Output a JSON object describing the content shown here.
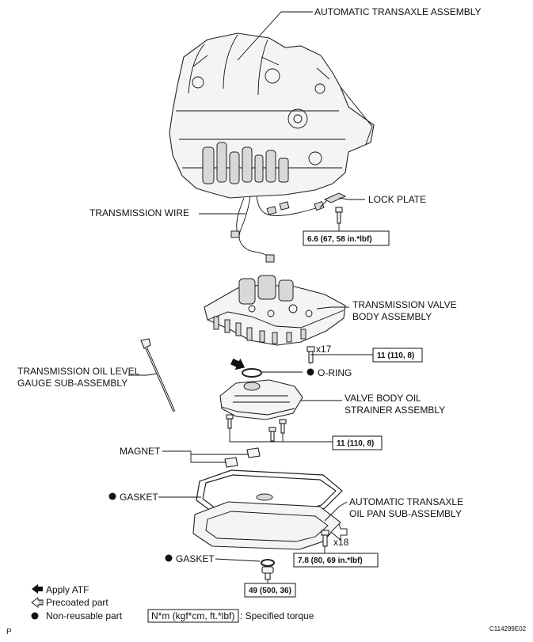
{
  "labels": {
    "transaxle_assembly": "AUTOMATIC TRANSAXLE ASSEMBLY",
    "lock_plate": "LOCK PLATE",
    "transmission_wire": "TRANSMISSION WIRE",
    "valve_body_1": "TRANSMISSION VALVE",
    "valve_body_2": "BODY ASSEMBLY",
    "oil_gauge_1": "TRANSMISSION OIL LEVEL",
    "oil_gauge_2": "GAUGE SUB-ASSEMBLY",
    "o_ring": "O-RING",
    "strainer_1": "VALVE BODY OIL",
    "strainer_2": "STRAINER ASSEMBLY",
    "magnet": "MAGNET",
    "gasket_upper": "GASKET",
    "oil_pan_1": "AUTOMATIC TRANSAXLE",
    "oil_pan_2": "OIL PAN SUB-ASSEMBLY",
    "gasket_lower": "GASKET"
  },
  "torques": {
    "lock_plate_bolt": "6.6 (67, 58 in.*lbf)",
    "valve_body_bolts": "11 (110, 8)",
    "strainer_bolts": "11 (110, 8)",
    "oil_pan_bolts": "7.8 (80, 69 in.*lbf)",
    "drain_plug": "49 (500, 36)"
  },
  "quantities": {
    "valve_body_bolts": "x17",
    "oil_pan_bolts": "x18"
  },
  "legend": {
    "apply_atf": "Apply ATF",
    "precoated": "Precoated part",
    "non_reusable": "Non-reusable part",
    "torque_unit": "N*m (kgf*cm, ft.*lbf)",
    "torque_desc": ": Specified torque"
  },
  "footer": {
    "page_mark": "P",
    "figure_id": "C114299E02"
  }
}
